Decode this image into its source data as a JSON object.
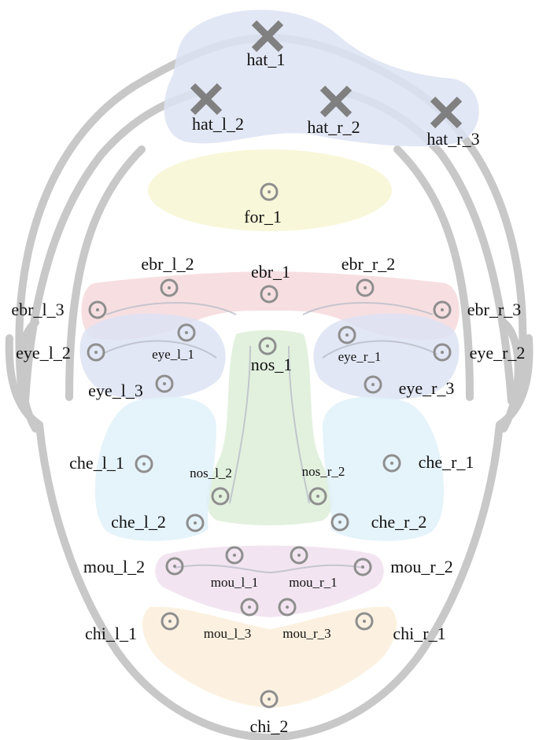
{
  "colors": {
    "hat_region": "#dde3f3",
    "forehead_region": "#f7f6d2",
    "eyebrow_region": "#f6d9dc",
    "eye_region": "#dde3f3",
    "nose_region": "#ddefd8",
    "cheek_region": "#e1f1f9",
    "mouth_region": "#f0e1ee",
    "chin_region": "#fbeedb",
    "marker": "#8e8e8e",
    "cross": "#808080",
    "outline": "#c8c8c8"
  },
  "landmarks": [
    {
      "id": "hat_1",
      "label": "hat_1",
      "marker": "cross"
    },
    {
      "id": "hat_l_2",
      "label": "hat_l_2",
      "marker": "cross"
    },
    {
      "id": "hat_r_2",
      "label": "hat_r_2",
      "marker": "cross"
    },
    {
      "id": "hat_r_3",
      "label": "hat_r_3",
      "marker": "cross"
    },
    {
      "id": "for_1",
      "label": "for_1",
      "marker": "circle"
    },
    {
      "id": "ebr_l_2",
      "label": "ebr_l_2",
      "marker": "circle"
    },
    {
      "id": "ebr_1",
      "label": "ebr_1",
      "marker": "circle"
    },
    {
      "id": "ebr_r_2",
      "label": "ebr_r_2",
      "marker": "circle"
    },
    {
      "id": "ebr_l_3",
      "label": "ebr_l_3",
      "marker": "circle"
    },
    {
      "id": "ebr_r_3",
      "label": "ebr_r_3",
      "marker": "circle"
    },
    {
      "id": "eye_l_2",
      "label": "eye_l_2",
      "marker": "circle"
    },
    {
      "id": "eye_l_1",
      "label": "eye_l_1",
      "marker": "circle"
    },
    {
      "id": "nos_1",
      "label": "nos_1",
      "marker": "circle"
    },
    {
      "id": "eye_r_1",
      "label": "eye_r_1",
      "marker": "circle"
    },
    {
      "id": "eye_r_2",
      "label": "eye_r_2",
      "marker": "circle"
    },
    {
      "id": "eye_l_3",
      "label": "eye_l_3",
      "marker": "circle"
    },
    {
      "id": "eye_r_3",
      "label": "eye_r_3",
      "marker": "circle"
    },
    {
      "id": "che_l_1",
      "label": "che_l_1",
      "marker": "circle"
    },
    {
      "id": "che_r_1",
      "label": "che_r_1",
      "marker": "circle"
    },
    {
      "id": "nos_l_2",
      "label": "nos_l_2",
      "marker": "circle"
    },
    {
      "id": "nos_r_2",
      "label": "nos_r_2",
      "marker": "circle"
    },
    {
      "id": "che_l_2",
      "label": "che_l_2",
      "marker": "circle"
    },
    {
      "id": "che_r_2",
      "label": "che_r_2",
      "marker": "circle"
    },
    {
      "id": "mou_l_2",
      "label": "mou_l_2",
      "marker": "circle"
    },
    {
      "id": "mou_r_2",
      "label": "mou_r_2",
      "marker": "circle"
    },
    {
      "id": "mou_l_1",
      "label": "mou_l_1",
      "marker": "circle"
    },
    {
      "id": "mou_r_1",
      "label": "mou_r_1",
      "marker": "circle"
    },
    {
      "id": "chi_l_1",
      "label": "chi_l_1",
      "marker": "circle"
    },
    {
      "id": "chi_r_1",
      "label": "chi_r_1",
      "marker": "circle"
    },
    {
      "id": "mou_l_3",
      "label": "mou_l_3",
      "marker": "circle"
    },
    {
      "id": "mou_r_3",
      "label": "mou_r_3",
      "marker": "circle"
    },
    {
      "id": "chi_2",
      "label": "chi_2",
      "marker": "circle"
    }
  ]
}
